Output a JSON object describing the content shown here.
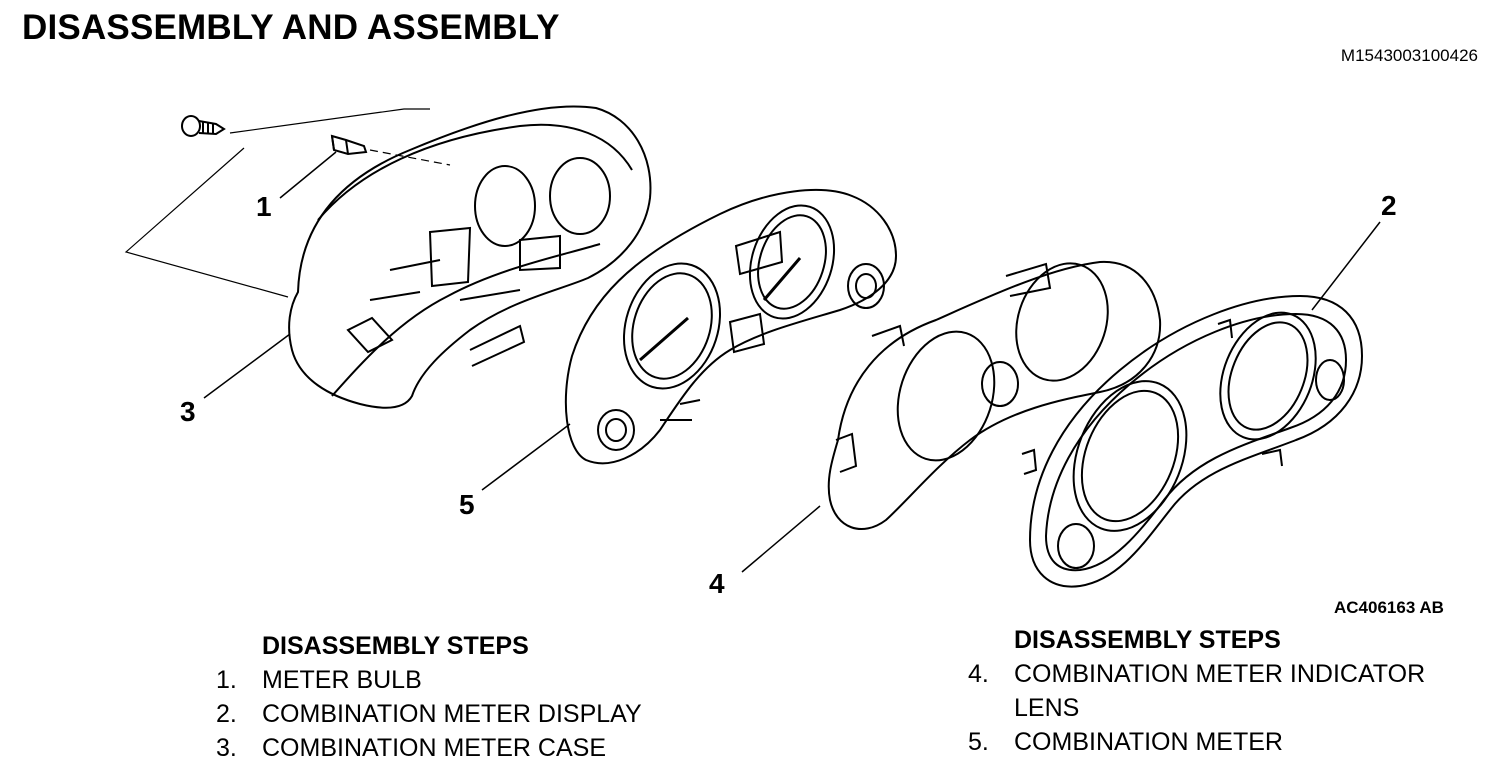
{
  "header": {
    "title": "DISASSEMBLY AND ASSEMBLY",
    "doc_id": "M1543003100426"
  },
  "figure": {
    "figure_id": "AC406163 AB",
    "callouts": [
      "1",
      "2",
      "3",
      "4",
      "5"
    ]
  },
  "steps_left": {
    "heading": "DISASSEMBLY STEPS",
    "items": [
      {
        "num": "1.",
        "label": "METER BULB"
      },
      {
        "num": "2.",
        "label": "COMBINATION METER DISPLAY"
      },
      {
        "num": "3.",
        "label": "COMBINATION METER CASE"
      }
    ]
  },
  "steps_right": {
    "heading": "DISASSEMBLY STEPS",
    "items": [
      {
        "num": "4.",
        "label": "COMBINATION METER INDICATOR LENS"
      },
      {
        "num": "5.",
        "label": "COMBINATION METER"
      }
    ]
  }
}
